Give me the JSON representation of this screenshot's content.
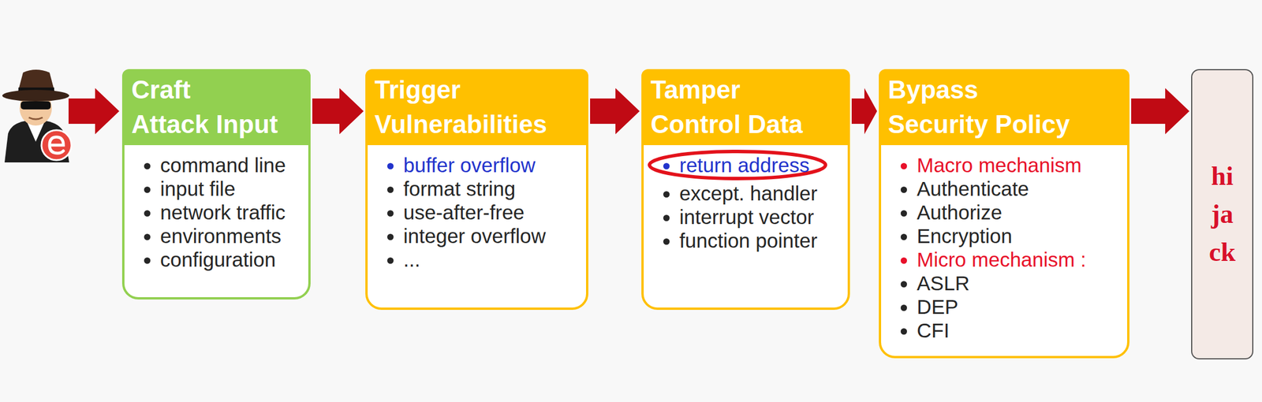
{
  "diagram": {
    "nodes": [
      {
        "text": [
          "Craft Attack Input",
          "command line",
          "input file",
          "network traffic",
          "environments",
          "configuration"
        ]
      },
      {
        "text": [
          "Trigger Vulnerabilities",
          "buffer overflow",
          "format string",
          "use-after-free",
          "integer overflow",
          "..."
        ]
      },
      {
        "text": [
          "Tamper Control Data",
          "return address",
          "except. handler",
          "interrupt vector",
          "function pointer"
        ]
      },
      {
        "text": [
          "Bypass Security Policy",
          "Macro mechanism",
          "Authenticate",
          "Authorize",
          "Encryption",
          "Micro mechanism :",
          "ASLR",
          "DEP",
          "CFI"
        ]
      },
      {
        "text": [
          "hijack"
        ]
      }
    ],
    "edges": [
      {
        "from": 0,
        "to": 1,
        "arrow": "to"
      },
      {
        "from": 1,
        "to": 2,
        "arrow": "to"
      },
      {
        "from": 2,
        "to": 3,
        "arrow": "to"
      },
      {
        "from": 3,
        "to": 4,
        "arrow": "to"
      }
    ]
  }
}
